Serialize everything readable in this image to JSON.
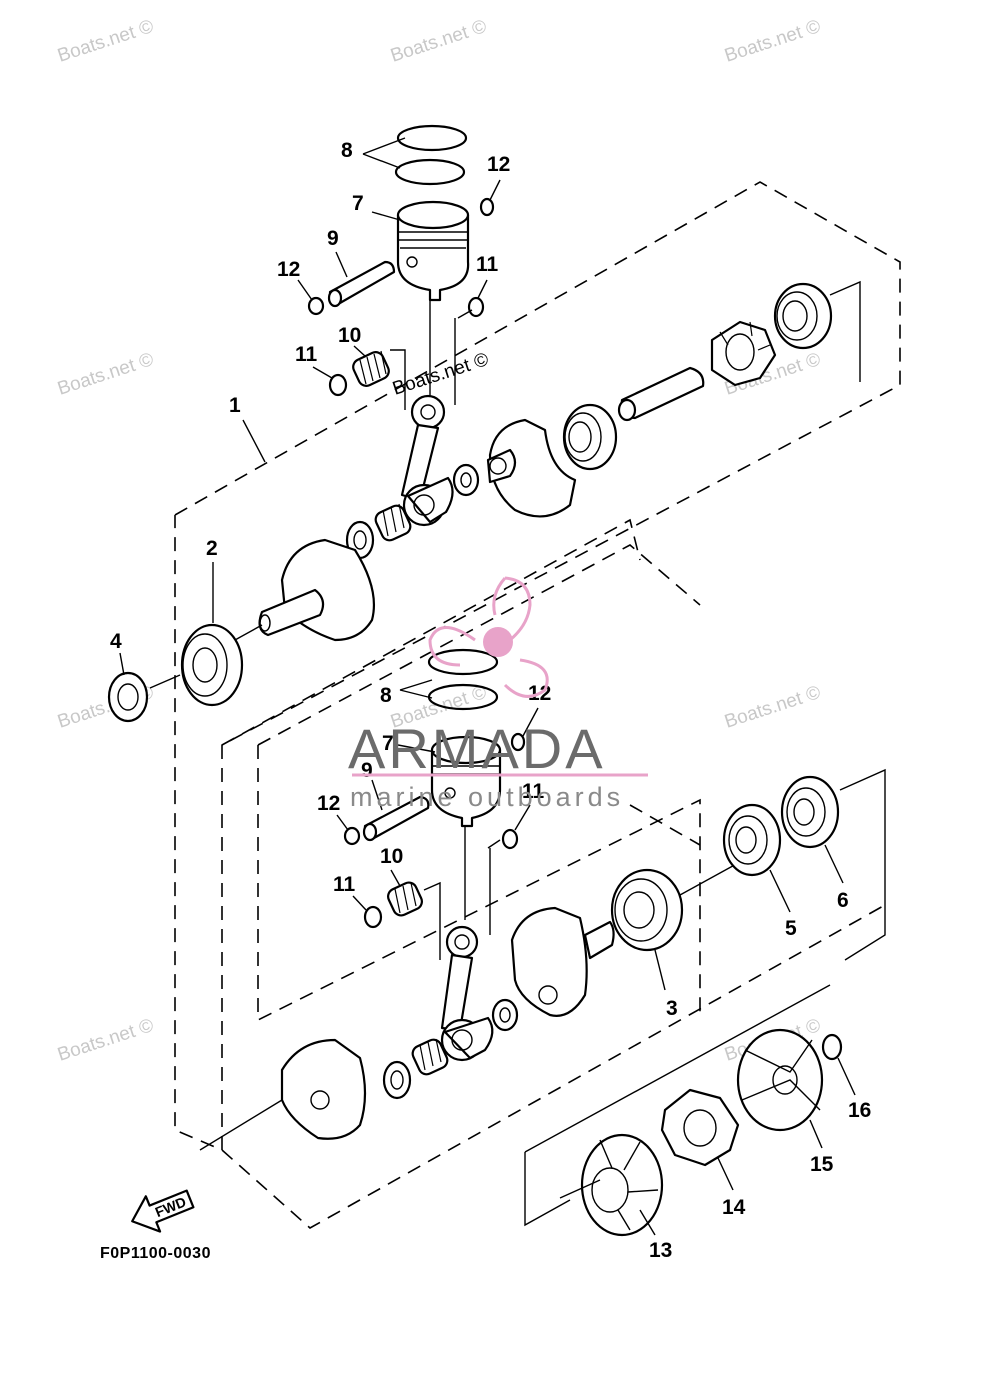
{
  "diagram": {
    "code": "F0P1100-0030",
    "fwd_label": "FWD",
    "watermark_text": "Boats.net ©",
    "brand": {
      "name": "ARMADA",
      "tagline": "marine outboards",
      "accent_color": "#e8a3c9"
    },
    "callouts": [
      "1",
      "2",
      "3",
      "4",
      "5",
      "6",
      "7",
      "8",
      "9",
      "10",
      "11",
      "12",
      "13",
      "14",
      "15",
      "16",
      "7",
      "8",
      "9",
      "10",
      "11",
      "12",
      "11",
      "12"
    ]
  }
}
